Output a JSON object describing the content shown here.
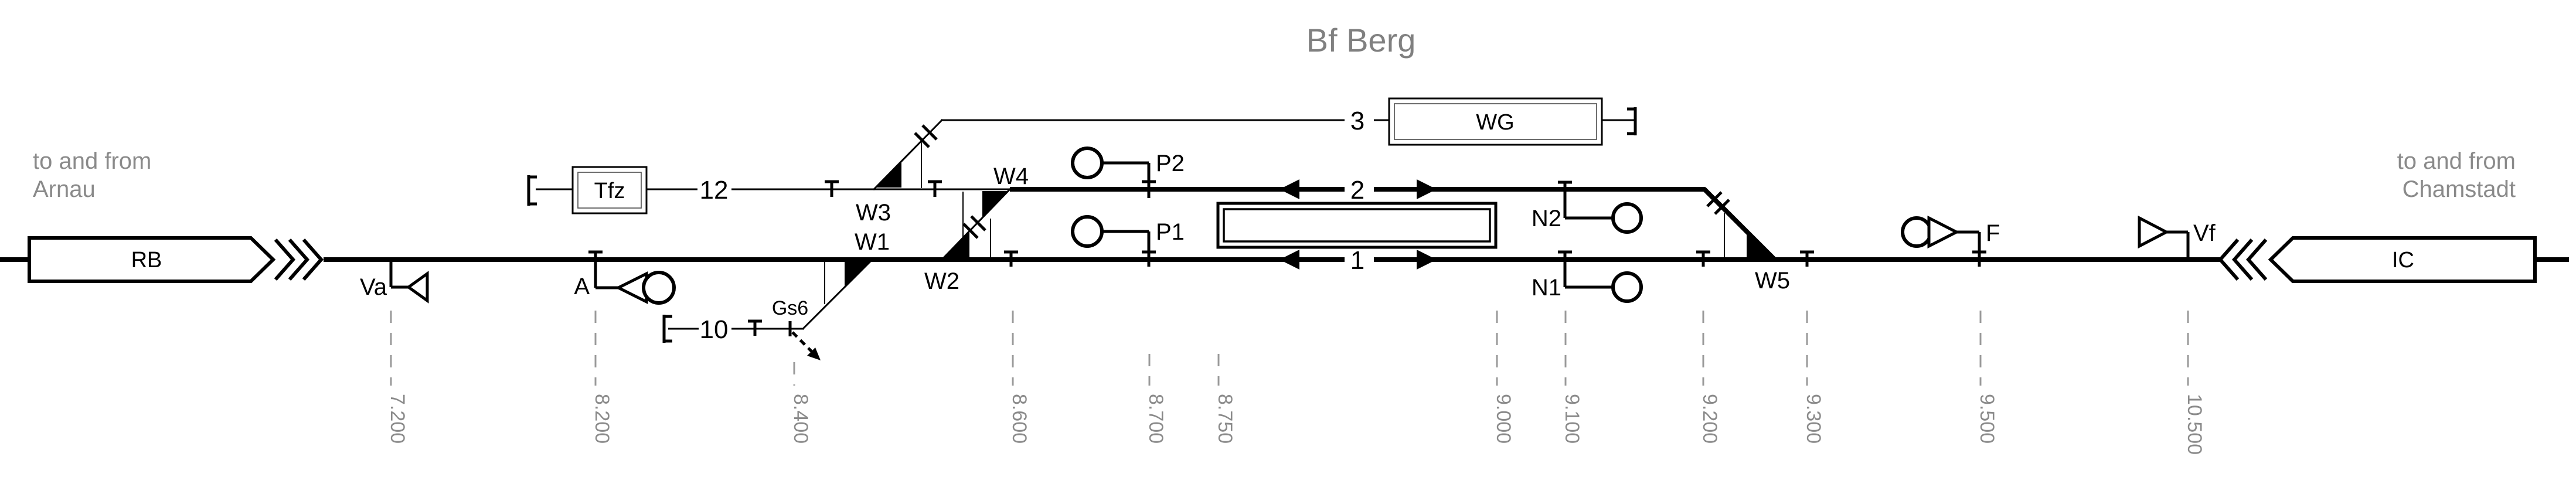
{
  "title": "Bf Berg",
  "colors": {
    "track": "#000000",
    "muted_text": "#808080",
    "km_text": "#8a8a8a",
    "km_line": "#999999",
    "background": "#ffffff"
  },
  "regions": {
    "left": {
      "line1": "to and from",
      "line2": "Arnau"
    },
    "right": {
      "line1": "to and from",
      "line2": "Chamstadt"
    }
  },
  "trains": {
    "rb_label": "RB",
    "ic_label": "IC"
  },
  "buildings": {
    "tfz_label": "Tfz",
    "wg_label": "WG"
  },
  "tracks": {
    "t1": "1",
    "t2": "2",
    "t3": "3",
    "t10": "10",
    "t12": "12"
  },
  "switches": {
    "w1": "W1",
    "w2": "W2",
    "w3": "W3",
    "w4": "W4",
    "w5": "W5"
  },
  "derail": {
    "gs6_label": "Gs6"
  },
  "signals": {
    "va": "Va",
    "a": "A",
    "p1": "P1",
    "p2": "P2",
    "n1": "N1",
    "n2": "N2",
    "f": "F",
    "vf": "Vf"
  },
  "km_markers": [
    {
      "label": "7.200"
    },
    {
      "label": "8.200"
    },
    {
      "label": "8.400"
    },
    {
      "label": "8.600"
    },
    {
      "label": "8.700"
    },
    {
      "label": "8.750"
    },
    {
      "label": "9.000"
    },
    {
      "label": "9.100"
    },
    {
      "label": "9.200"
    },
    {
      "label": "9.300"
    },
    {
      "label": "9.500"
    },
    {
      "label": "10.500"
    }
  ]
}
